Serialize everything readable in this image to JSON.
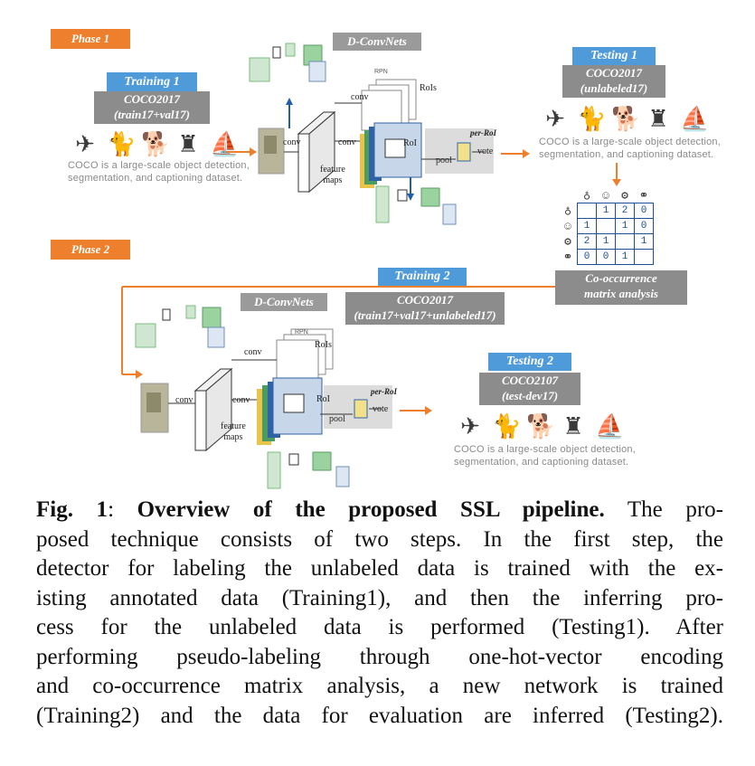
{
  "phase1": {
    "label": "Phase 1"
  },
  "phase2": {
    "label": "Phase 2"
  },
  "training1": {
    "title": "Training 1",
    "dataset": "COCO2017",
    "split": "(train17+val17)"
  },
  "testing1": {
    "title": "Testing 1",
    "dataset": "COCO2017",
    "split": "(unlabeled17)"
  },
  "training2": {
    "title": "Training 2",
    "dataset": "COCO2017",
    "split": "(train17+val17+unlabeled17)"
  },
  "testing2": {
    "title": "Testing 2",
    "dataset": "COCO2107",
    "split": "(test-dev17)"
  },
  "coco_desc_line1": "COCO is a large-scale object detection,",
  "coco_desc_line2": "segmentation, and captioning dataset.",
  "icons": [
    "airplane-icon",
    "cat-icon",
    "dog-icon",
    "hydrant-icon",
    "boat-icon"
  ],
  "dconvnets": "D-ConvNets",
  "net_labels": {
    "conv": "conv",
    "rpn": "RPN",
    "rois": "RoIs",
    "roi": "RoI",
    "pool": "pool",
    "vote": "vote",
    "per_roi": "per-RoI",
    "feature": "feature",
    "maps": "maps"
  },
  "matrix": {
    "title_line1": "Co-occurrence",
    "title_line2": "matrix analysis",
    "rows": [
      [
        "",
        "1",
        "2",
        "0"
      ],
      [
        "1",
        "",
        "1",
        "0"
      ],
      [
        "2",
        "1",
        "",
        "1"
      ],
      [
        "0",
        "0",
        "1",
        ""
      ]
    ]
  },
  "caption": {
    "fig": "Fig. 1",
    "title": "Overview of the proposed SSL pipeline.",
    "line1_rest": " The pro-",
    "line2": "posed technique consists of two steps.  In the first step, the",
    "line3": "detector for labeling the unlabeled data is trained with the ex-",
    "line4": "isting annotated data (Training1), and then the inferring pro-",
    "line5": "cess for the unlabeled data is performed (Testing1).  After",
    "line6": "performing pseudo-labeling through one-hot-vector encoding",
    "line7": "and co-occurrence matrix analysis, a new network is trained",
    "line8": "(Training2) and the data for evaluation are inferred (Testing2)."
  },
  "colors": {
    "orange": "#ee7f2d",
    "blue": "#4f9ad9",
    "grey": "#8c8c8c",
    "matrix_blue": "#1d4f96"
  }
}
